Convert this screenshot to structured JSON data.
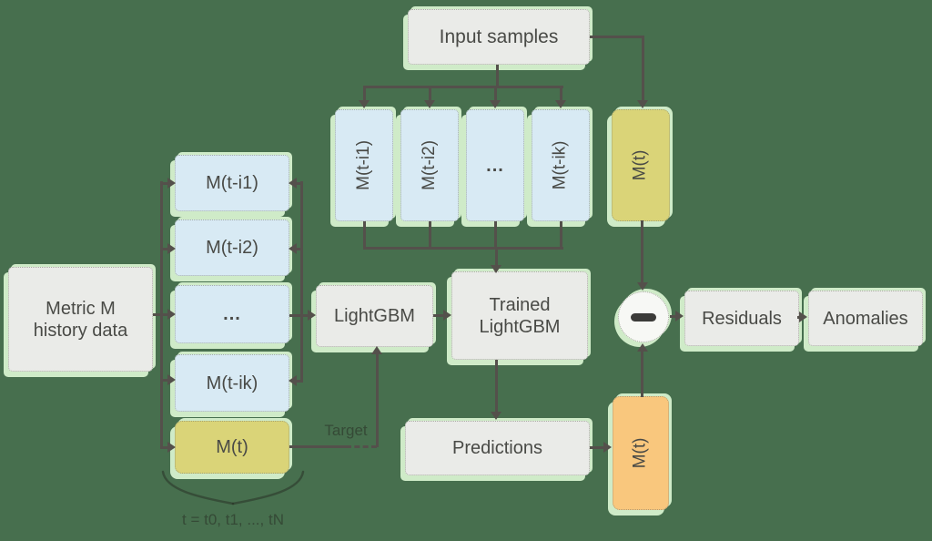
{
  "colors": {
    "background": "#476F4E",
    "glow": "#CFEBC8",
    "box_grey": "#EAEBE8",
    "box_blue": "#D8EAF4",
    "box_yellow": "#DAD478",
    "box_orange": "#F9C77D",
    "connector": "#54504B",
    "text": "#494A46",
    "circle_fill": "#F7F8F5",
    "minus_bar": "#3B3B39"
  },
  "nodes": {
    "input_samples": "Input samples",
    "sample_i1": "M(t-i1)",
    "sample_i2": "M(t-i2)",
    "sample_ellipsis": "...",
    "sample_ik": "M(t-ik)",
    "sample_t": "M(t)",
    "metric_history_line1": "Metric M",
    "metric_history_line2": "history data",
    "stack_i1": "M(t-i1)",
    "stack_i2": "M(t-i2)",
    "stack_ellipsis": "...",
    "stack_ik": "M(t-ik)",
    "stack_t": "M(t)",
    "lightgbm": "LightGBM",
    "trained_line1": "Trained",
    "trained_line2": "LightGBM",
    "predictions": "Predictions",
    "predicted_t": "M(t)",
    "residuals": "Residuals",
    "anomalies": "Anomalies"
  },
  "annotations": {
    "target": "Target",
    "time_range": "t = t0, t1, ..., tN"
  }
}
